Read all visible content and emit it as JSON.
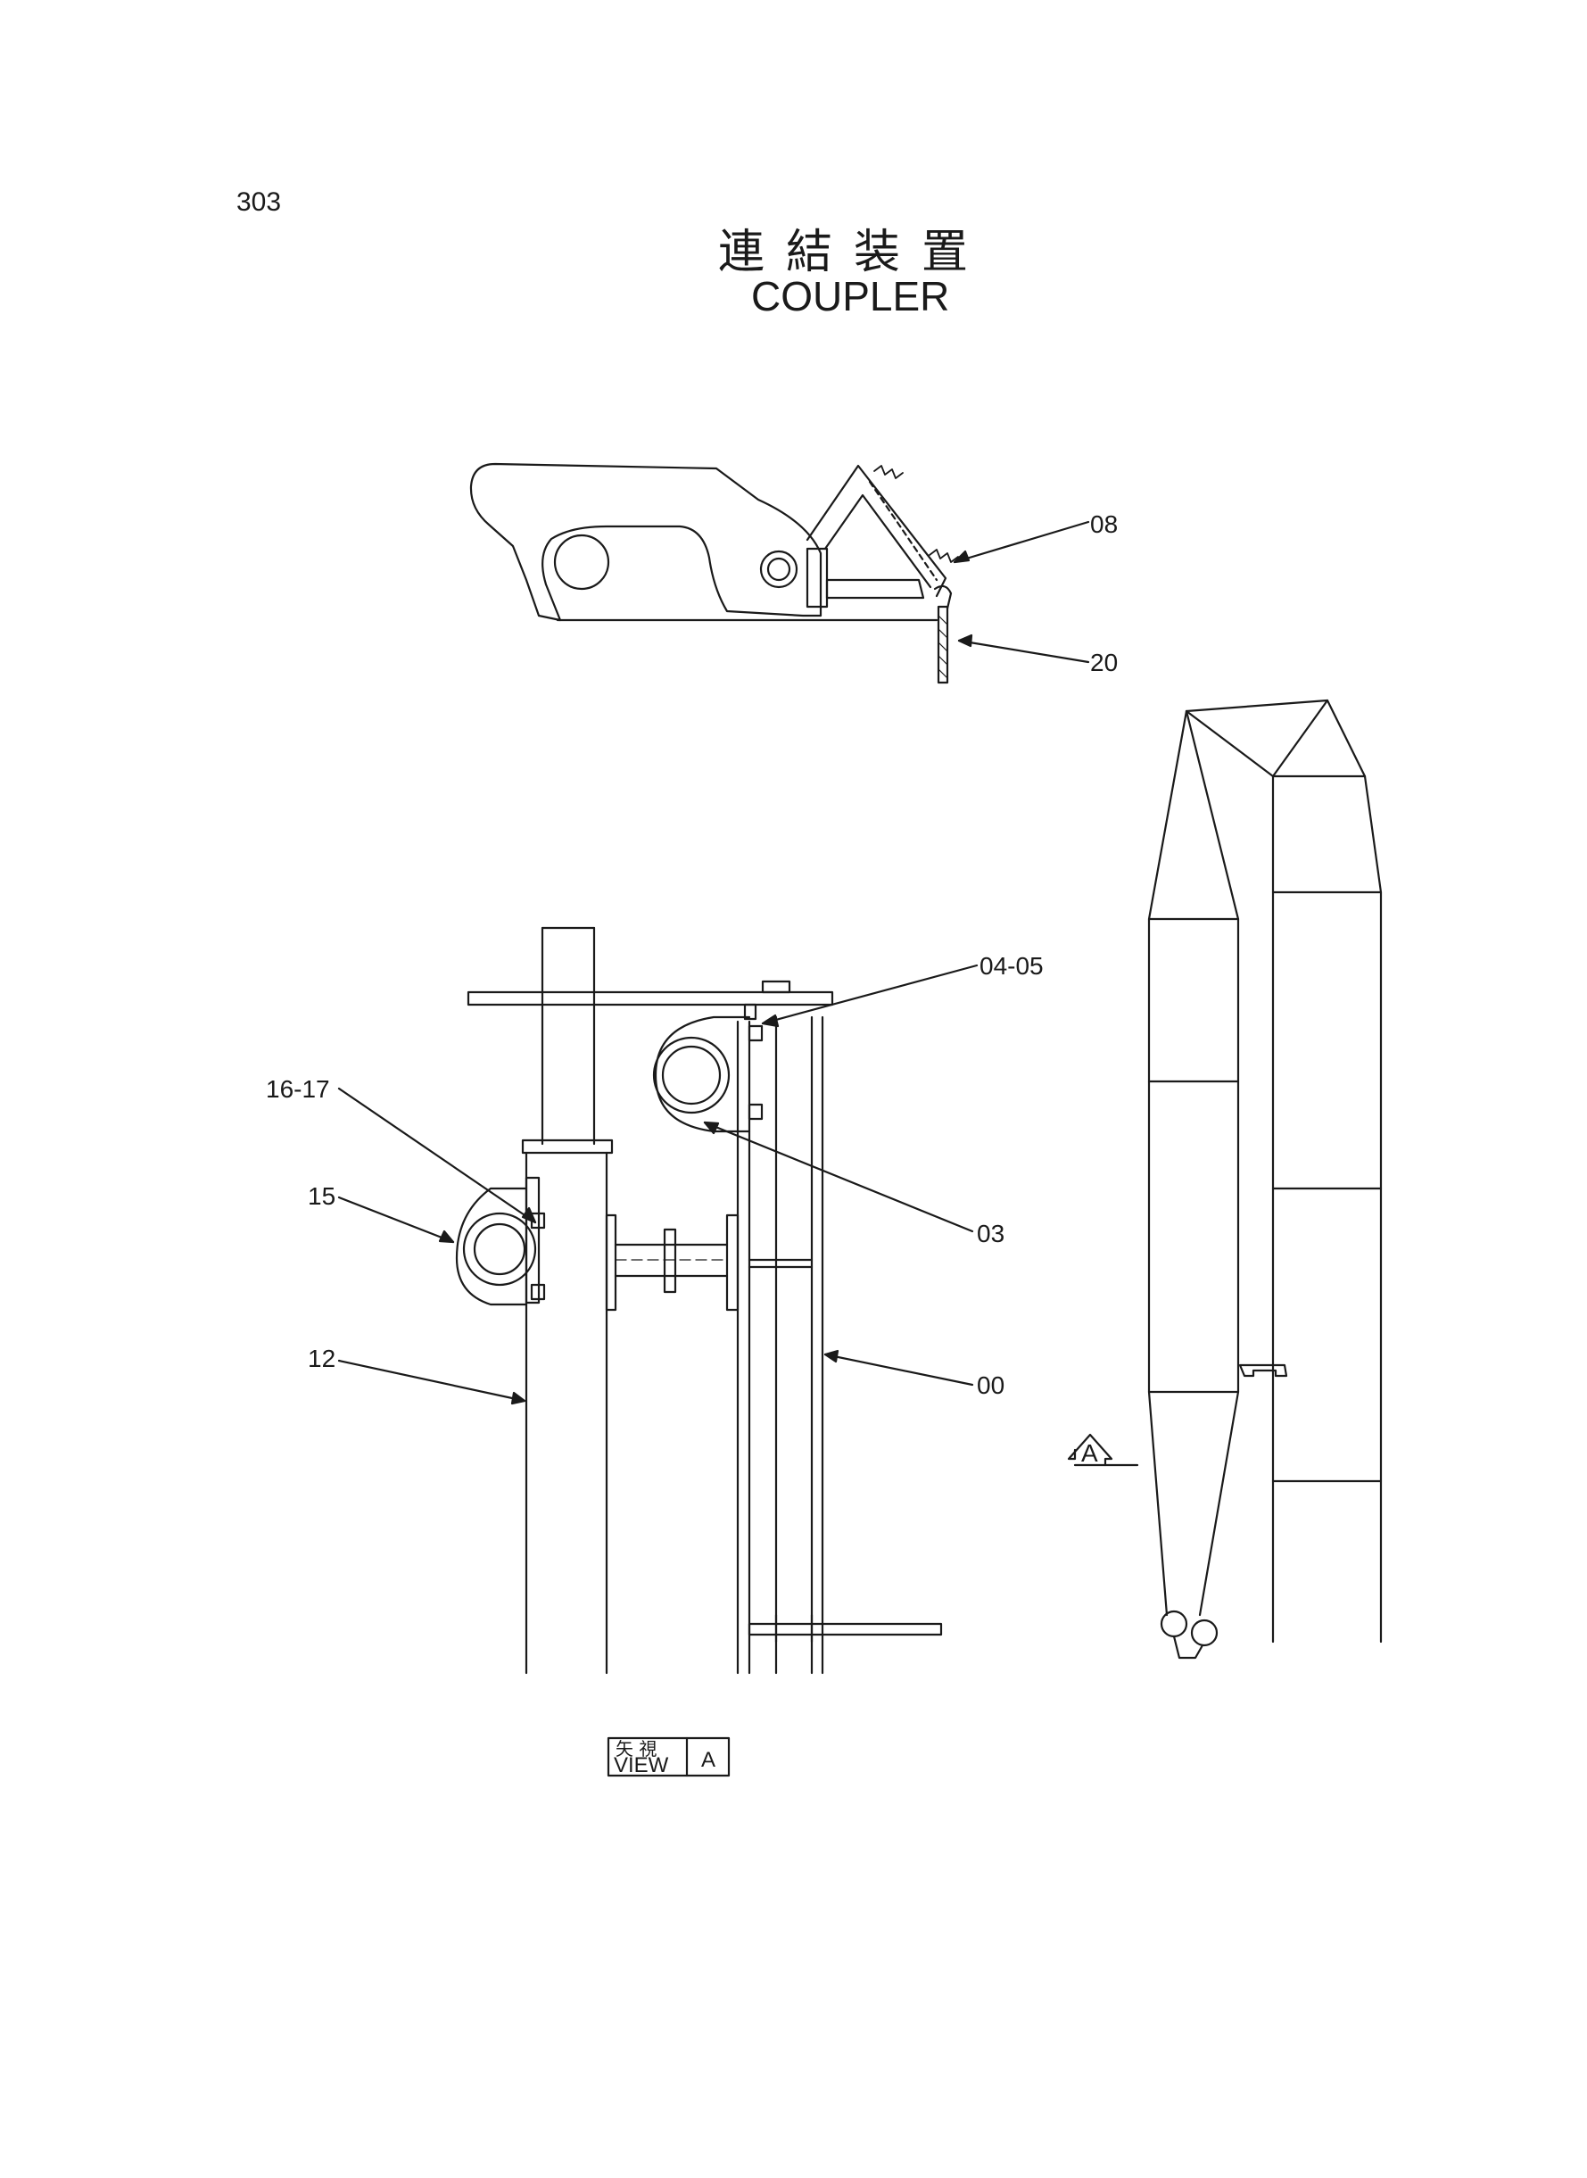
{
  "page_number": "303",
  "title_jp": "連結装置",
  "title_en": "COUPLER",
  "callouts": {
    "c08": "08",
    "c20": "20",
    "c0405": "04-05",
    "c1617": "16-17",
    "c15": "15",
    "c03": "03",
    "c12": "12",
    "c00": "00"
  },
  "view_marker": {
    "arrow_letter": "A"
  },
  "view_label": {
    "jp": "矢 視",
    "en": "VIEW",
    "letter": "A"
  }
}
